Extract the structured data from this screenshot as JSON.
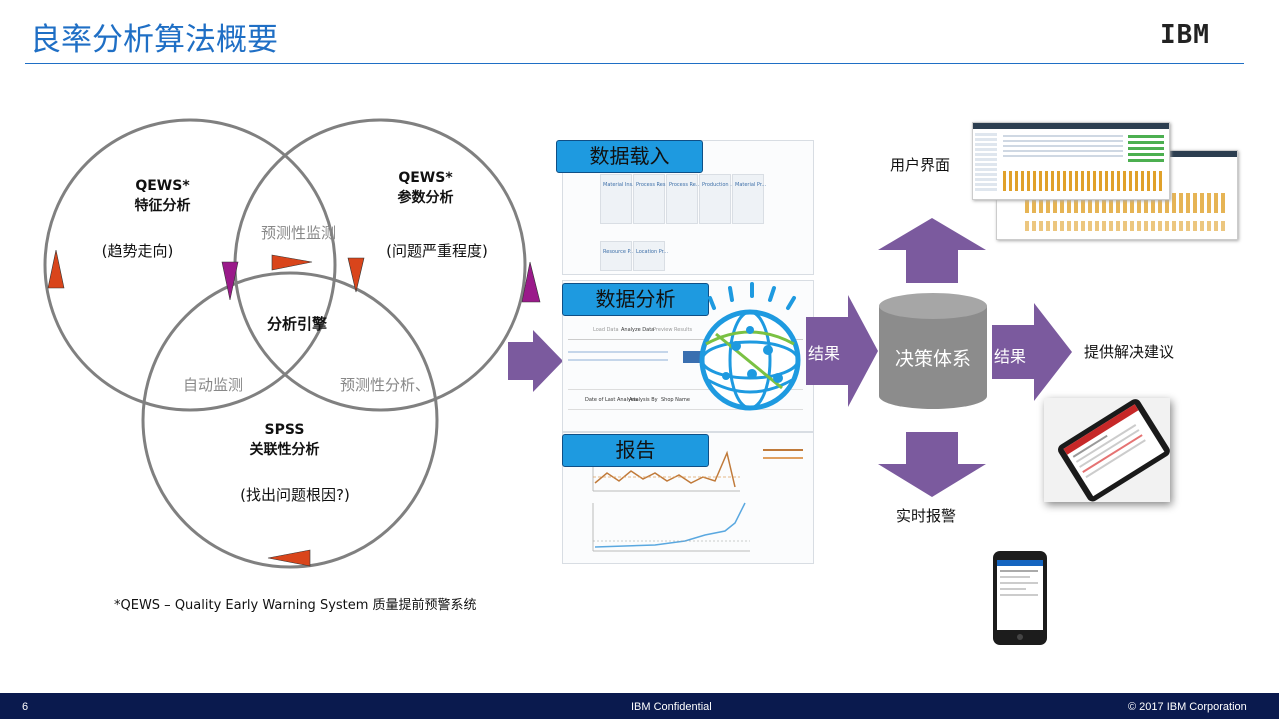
{
  "slide": {
    "title": "良率分析算法概要",
    "logo": "IBM",
    "page_number": "6",
    "confidential": "IBM Confidential",
    "copyright": "© 2017 IBM Corporation"
  },
  "venn": {
    "left": {
      "title": "QEWS*",
      "subtitle": "特征分析",
      "desc": "(趋势走向)"
    },
    "right": {
      "title": "QEWS*",
      "subtitle": "参数分析",
      "desc": "(问题严重程度)"
    },
    "bottom": {
      "title": "SPSS",
      "subtitle": "关联性分析",
      "desc": "(找出问题根因?)"
    },
    "left_right_overlap": "预测性监测",
    "left_bottom_overlap": "自动监测",
    "right_bottom_overlap": "预测性分析、",
    "center": "分析引擎",
    "colors": {
      "circle": "#808080",
      "arrow_red": "#d9451b",
      "arrow_purple": "#9a1a8a"
    }
  },
  "footnote": "*QEWS – Quality Early Warning System 质量提前预警系统",
  "pipeline": {
    "load_label": "数据载入",
    "analysis_label": "数据分析",
    "report_label": "报告",
    "result_label_1": "结果",
    "decision": "决策体系",
    "result_label_2": "结果",
    "ui_label": "用户界面",
    "advice_label": "提供解决建议",
    "alert_label": "实时报警",
    "colors": {
      "arrow": "#7b5a9e",
      "cylinder": "#8c8c8c",
      "tag": "#1e9ae0"
    }
  },
  "load_panel": {
    "cards": [
      "Material Ins...",
      "Process Res...",
      "Process Re...",
      "Production ...",
      "Material Pr...",
      "Resource P...",
      "Location Pr..."
    ]
  },
  "analysis_panel": {
    "tabs": [
      "Load Data",
      "Analyze Data",
      "Preview Results"
    ],
    "columns": [
      "Date of Last Analysis",
      "Analysis By",
      "Shop Name"
    ]
  }
}
